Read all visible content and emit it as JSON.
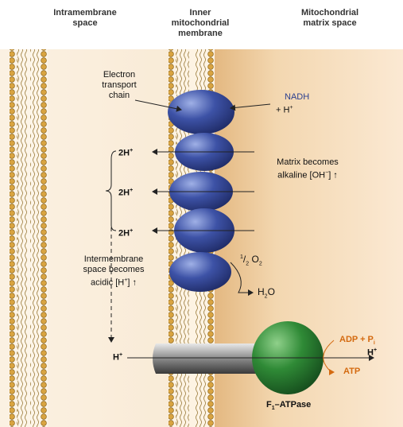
{
  "headers": {
    "intermembrane": "Intramembrane\nspace",
    "inner_membrane": "Inner\nmitochondrial\nmembrane",
    "matrix": "Mitochondrial\nmatrix space"
  },
  "labels": {
    "etc": "Electron\ntransport\nchain",
    "nadh": "NADH",
    "nadh_h": "+ H",
    "nadh_h_sup": "+",
    "two_h_1": "2H",
    "two_h_2": "2H",
    "two_h_3": "2H",
    "two_h_sup": "+",
    "alkaline": "Matrix becomes\nalkaline [OH",
    "alkaline_sup": "−",
    "alkaline_end": "] ↑",
    "acidic": "Intermembrane\nspace becomes\nacidic [H",
    "acidic_sup": "+",
    "acidic_end": "] ↑",
    "o2_half": "1",
    "o2_slash": "/",
    "o2_two": "2",
    "o2": " O",
    "o2_sub": "2",
    "water": "H",
    "water_sub": "2",
    "water_o": "O",
    "h_left": "H",
    "h_left_sup": "+",
    "adp": "ADP + P",
    "adp_sub": "i",
    "h_right": "H",
    "h_right_sup": "+",
    "atp": "ATP",
    "f1": "F",
    "f1_sub": "1",
    "f1_end": "–ATPase"
  },
  "colors": {
    "complex_blue": "#3a4fa0",
    "atpase_green": "#2f8a36",
    "matrix_tan": "#f1d2a6",
    "membrane_gold": "#d9a441",
    "adp_atp_orange": "#d46a10"
  }
}
